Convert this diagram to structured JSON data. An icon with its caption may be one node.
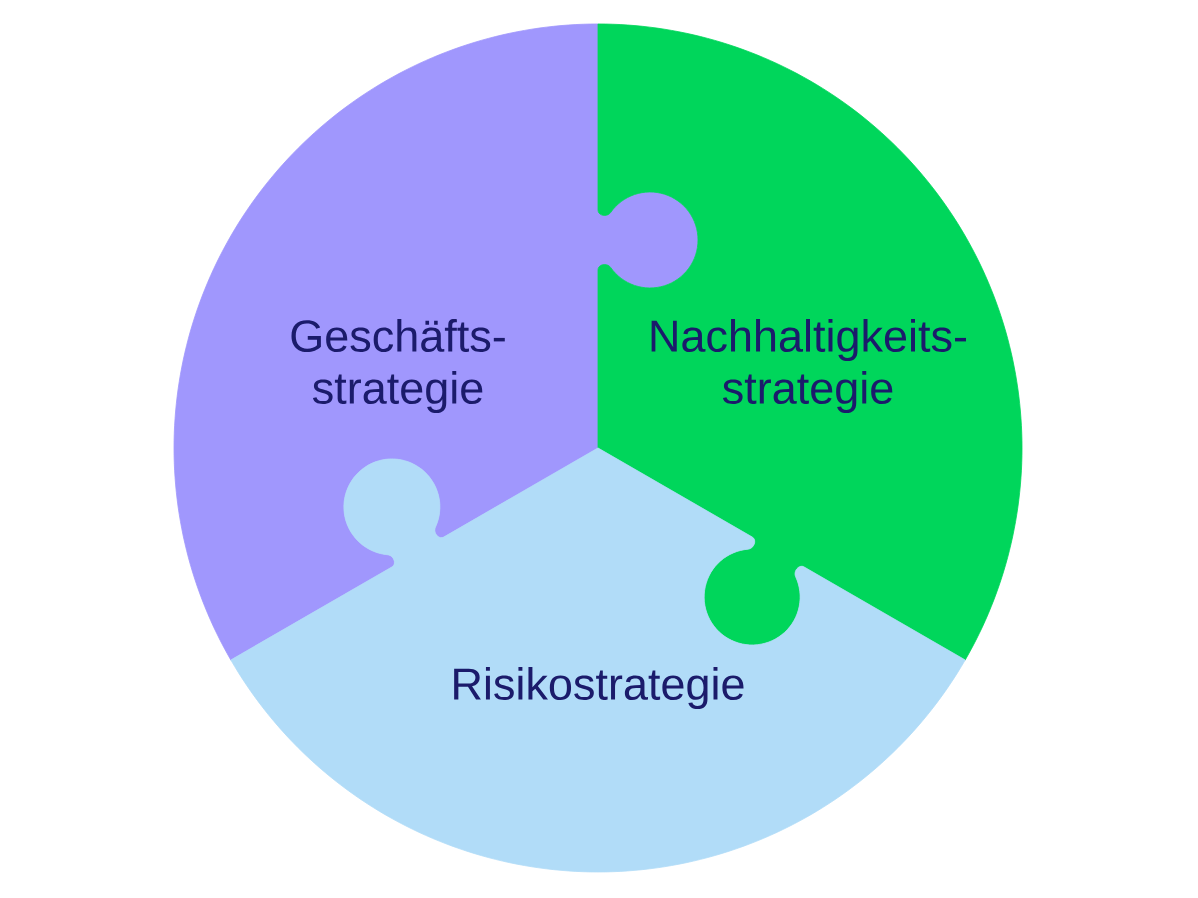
{
  "diagram": {
    "nodes": [
      {
        "text": [
          "Geschäfts- strategie"
        ]
      },
      {
        "text": [
          "Nachhaltigkeits- strategie"
        ]
      },
      {
        "text": [
          "Risikostrategie"
        ]
      }
    ]
  }
}
